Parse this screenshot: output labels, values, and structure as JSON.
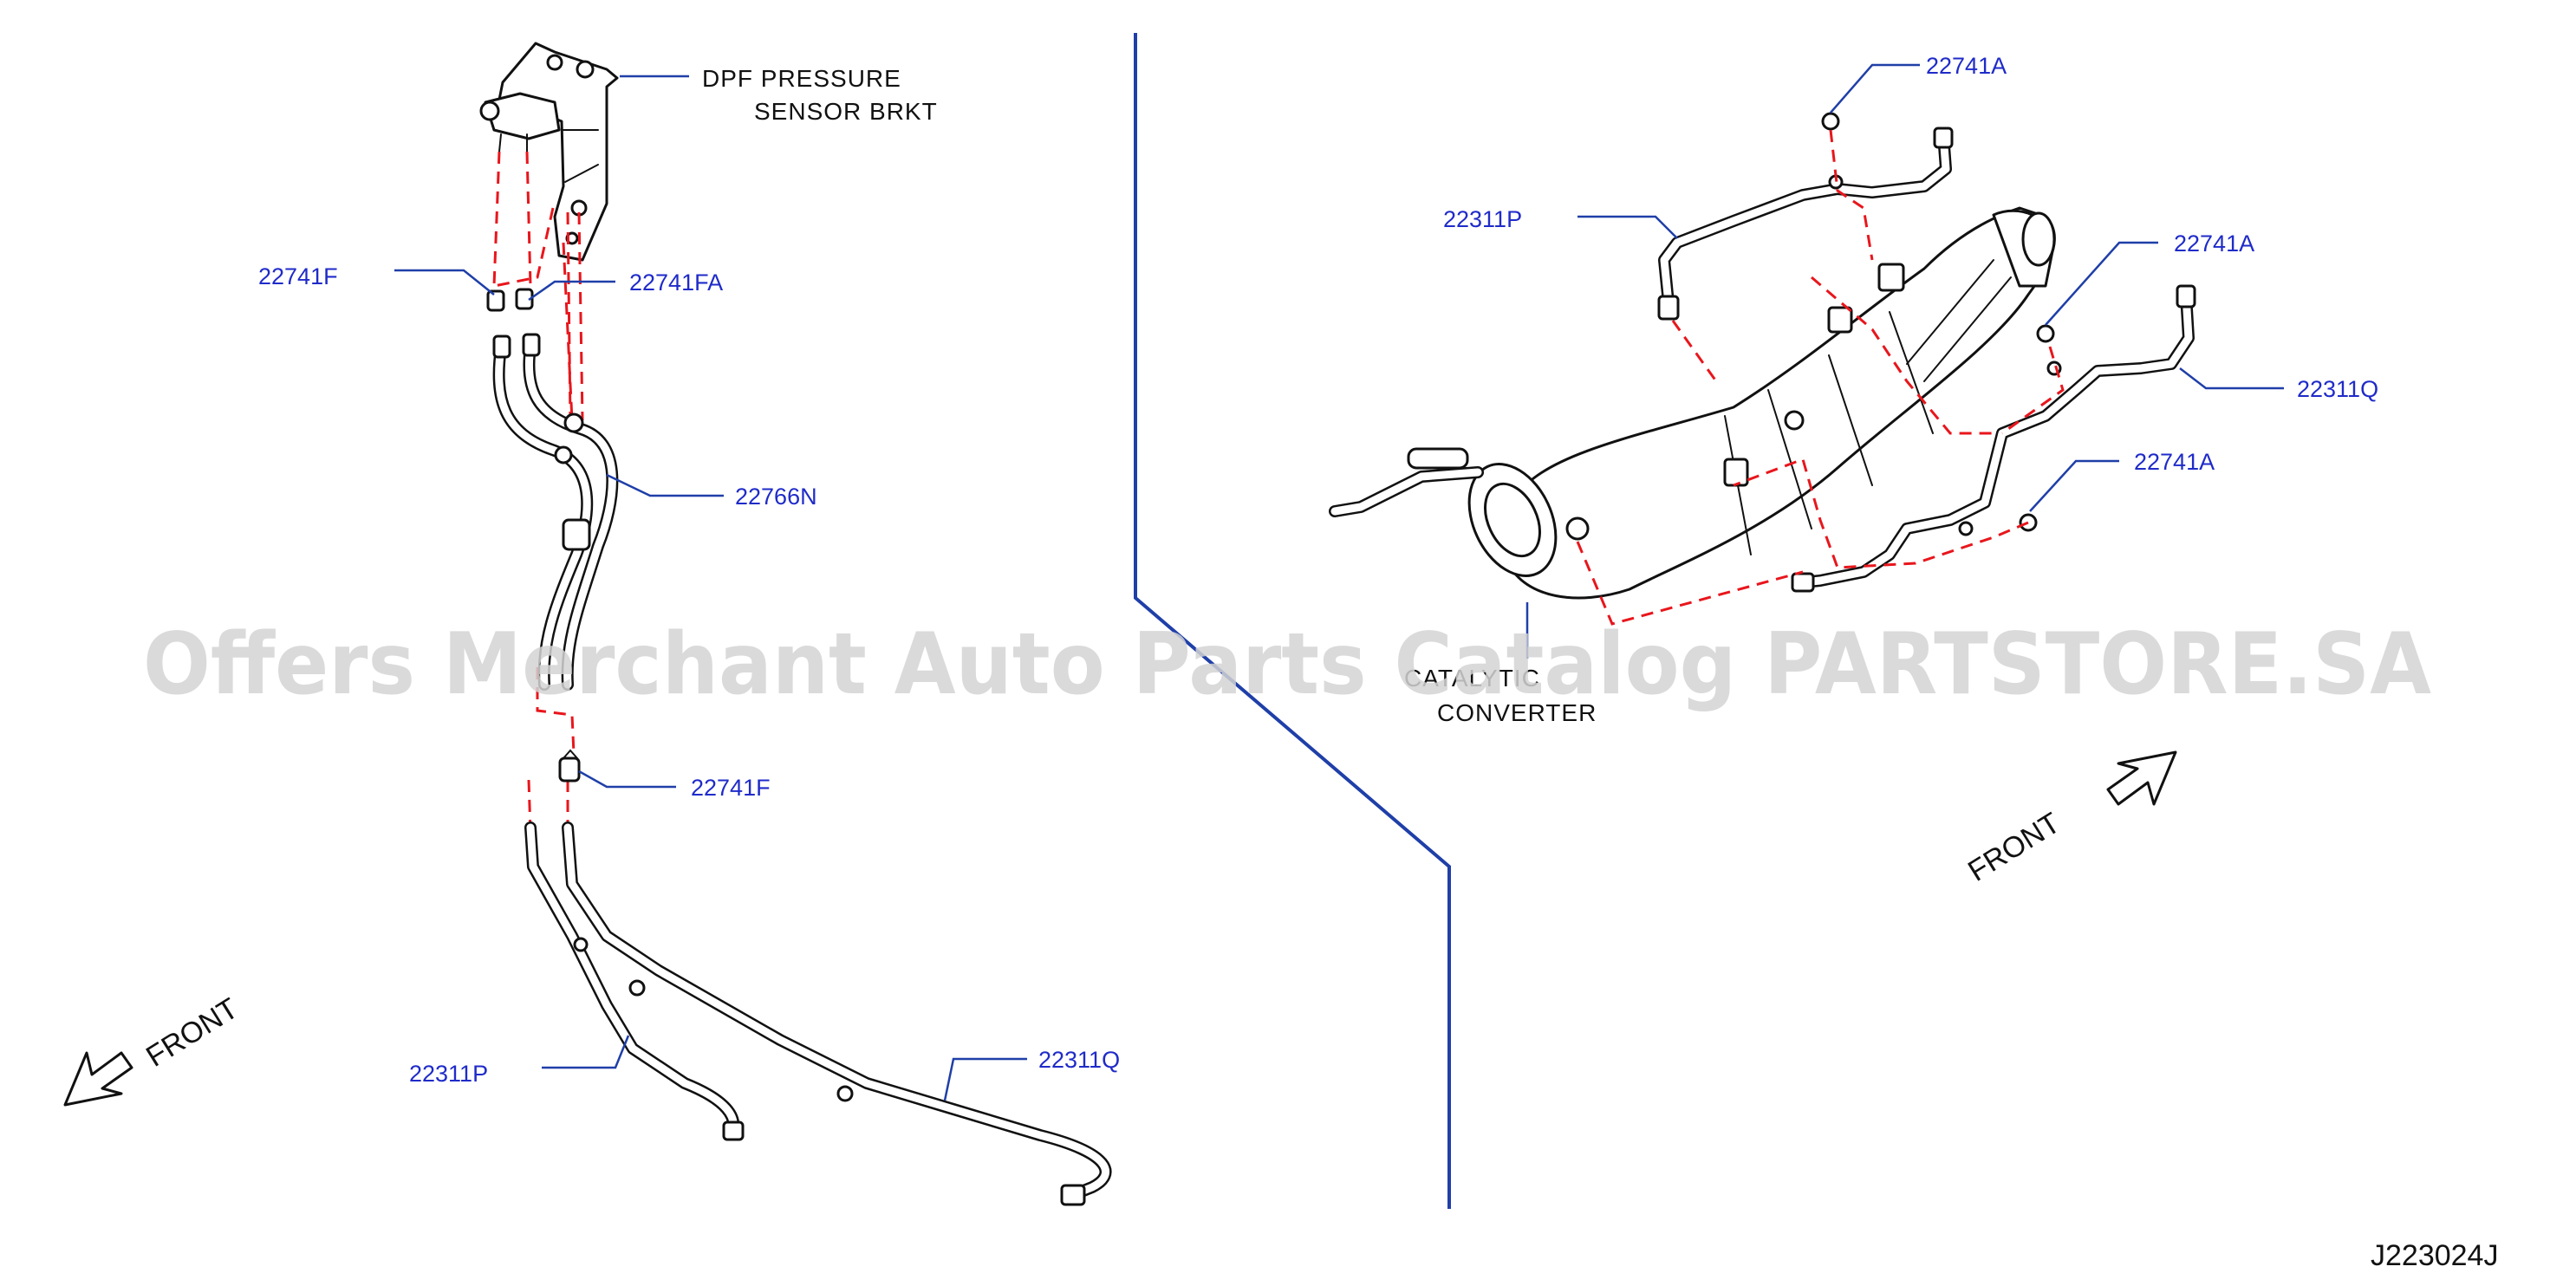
{
  "labels": {
    "dpf_sensor_line1": "DPF   PRESSURE",
    "dpf_sensor_line2": "SENSOR   BRKT",
    "catalytic_line1": "CATALYTIC",
    "catalytic_line2": "CONVERTER",
    "part_22741F_top": "22741F",
    "part_22741FA": "22741FA",
    "part_22766N": "22766N",
    "part_22741F_mid": "22741F",
    "part_22311P_left": "22311P",
    "part_22311Q_left": "22311Q",
    "part_22741A_top": "22741A",
    "part_22311P_right": "22311P",
    "part_22741A_mid": "22741A",
    "part_22311Q_right": "22311Q",
    "part_22741A_low": "22741A",
    "front_left": "FRONT",
    "front_right": "FRONT",
    "diagram_code": "J223024J"
  },
  "watermark": "Offers Merchant Auto Parts Catalog PARTSTORE.SA",
  "colors": {
    "callout_text": "#1f2bc9",
    "leader_line": "#1f3fa8",
    "dashed_connector": "#e8161c",
    "line_art": "#111111",
    "watermark": "#d4d4d4"
  }
}
